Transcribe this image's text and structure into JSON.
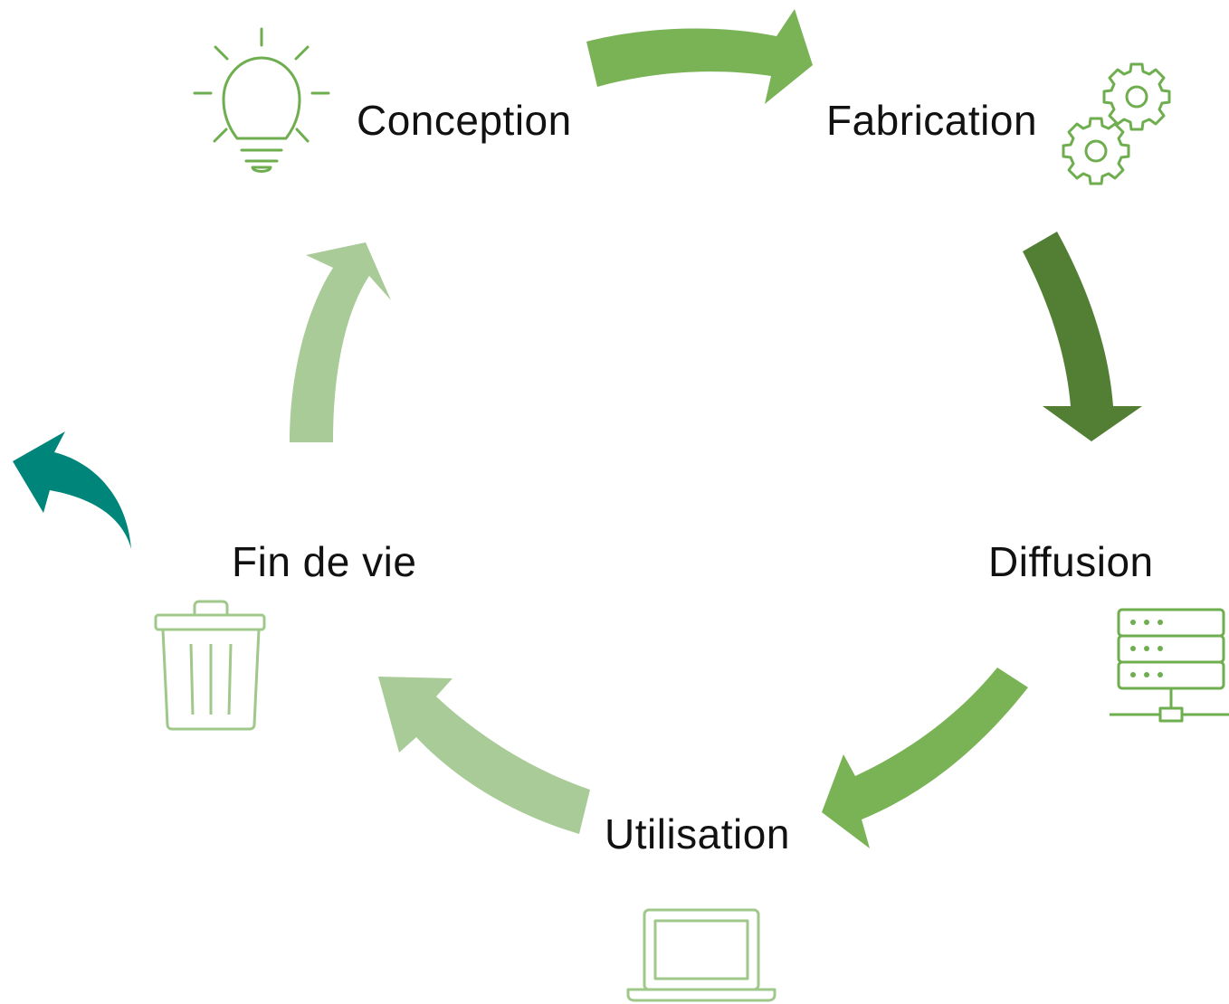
{
  "stages": {
    "conception": {
      "label": "Conception",
      "icon": "lightbulb-icon"
    },
    "fabrication": {
      "label": "Fabrication",
      "icon": "gears-icon"
    },
    "diffusion": {
      "label": "Diffusion",
      "icon": "server-network-icon"
    },
    "utilisation": {
      "label": "Utilisation",
      "icon": "laptop-icon"
    },
    "fin_de_vie": {
      "label": "Fin de vie",
      "icon": "trash-bin-icon"
    }
  },
  "colors": {
    "arrow_conception_fabrication": "#7ab356",
    "arrow_fabrication_diffusion": "#527f34",
    "arrow_diffusion_utilisation": "#7ab356",
    "arrow_utilisation_fin": "#a9cb98",
    "arrow_fin_conception": "#a9cb98",
    "arrow_exit": "#00857a",
    "icon_bright": "#6fae4f",
    "icon_light": "#9fc88a"
  }
}
